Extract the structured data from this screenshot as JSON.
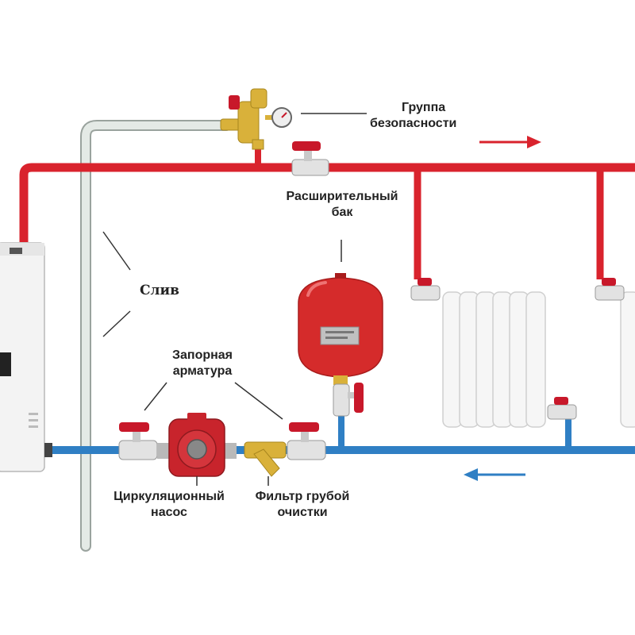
{
  "labels": {
    "safety_group_line1": "Группа",
    "safety_group_line2": "безопасности",
    "expansion_tank_line1": "Расширительный",
    "expansion_tank_line2": "бак",
    "drain": "Слив",
    "shutoff_line1": "Запорная",
    "shutoff_line2": "арматура",
    "pump_line1": "Циркуляционный",
    "pump_line2": "насос",
    "filter_line1": "Фильтр грубой",
    "filter_line2": "очистки"
  },
  "colors": {
    "supply_pipe": "#d9232d",
    "return_pipe": "#2f7fc4",
    "drain_pipe": "#dfe6e2",
    "tank": "#d52b2b",
    "brass": "#d9b13a",
    "valve_handle": "#c8182a",
    "radiator": "#f4f4f4",
    "leader_line": "#333333"
  },
  "icons": {
    "supply_flow": "arrow-right-icon",
    "return_flow": "arrow-left-icon"
  }
}
